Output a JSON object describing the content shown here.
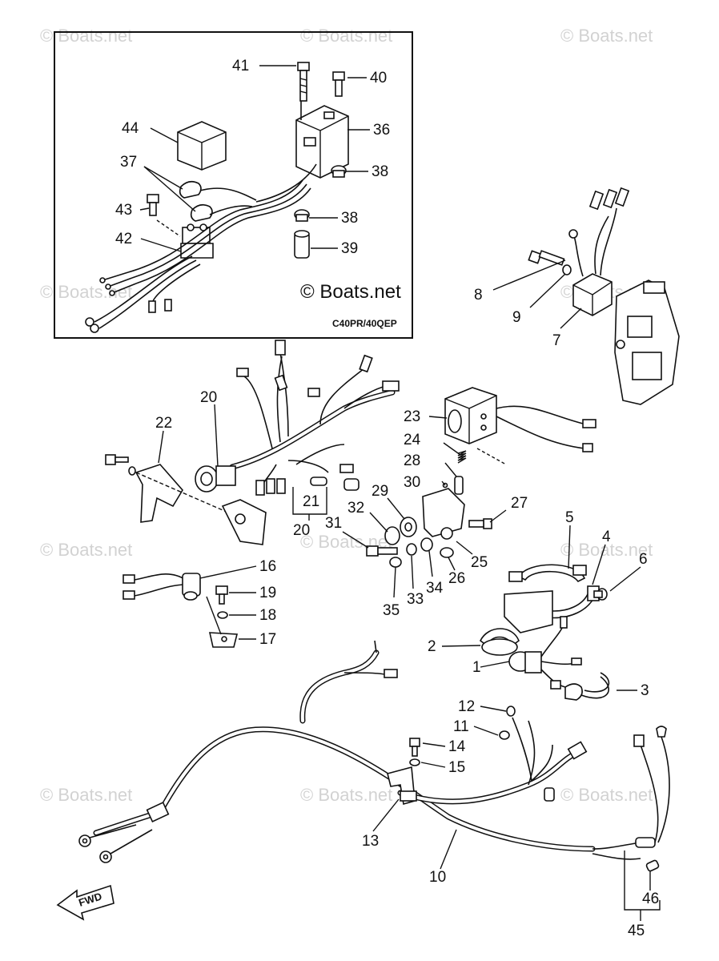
{
  "watermark": "© Boats.net",
  "inset": {
    "code": "C40PR/40QEP",
    "watermark": "© Boats.net"
  },
  "fwd_label": "FWD",
  "callouts": [
    "41",
    "40",
    "44",
    "36",
    "37",
    "38",
    "43",
    "38",
    "42",
    "39",
    "8",
    "9",
    "7",
    "23",
    "24",
    "28",
    "30",
    "20",
    "22",
    "27",
    "29",
    "32",
    "21",
    "20",
    "31",
    "5",
    "4",
    "6",
    "25",
    "26",
    "34",
    "33",
    "35",
    "16",
    "19",
    "18",
    "17",
    "2",
    "1",
    "3",
    "12",
    "11",
    "14",
    "15",
    "13",
    "10",
    "46",
    "45"
  ]
}
